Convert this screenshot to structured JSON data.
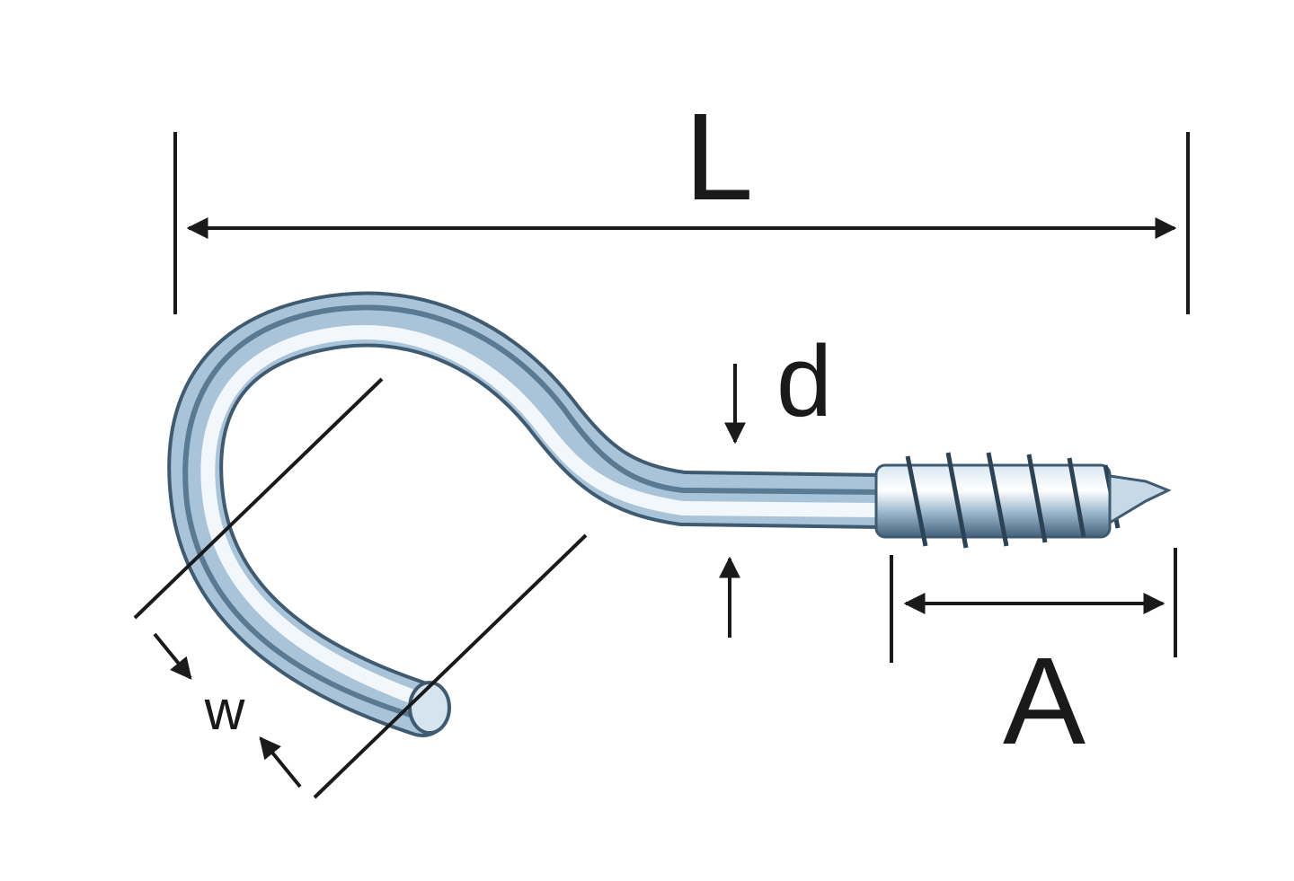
{
  "diagram": {
    "labels": {
      "length": "L",
      "diameter": "d",
      "thread": "A",
      "width": "w"
    },
    "colors": {
      "line": "#1a1a1a",
      "metal_light": "#f2f7fb",
      "metal_mid": "#a9c4d8",
      "metal_dark": "#4f6f88",
      "metal_edge": "#2c4356"
    }
  }
}
